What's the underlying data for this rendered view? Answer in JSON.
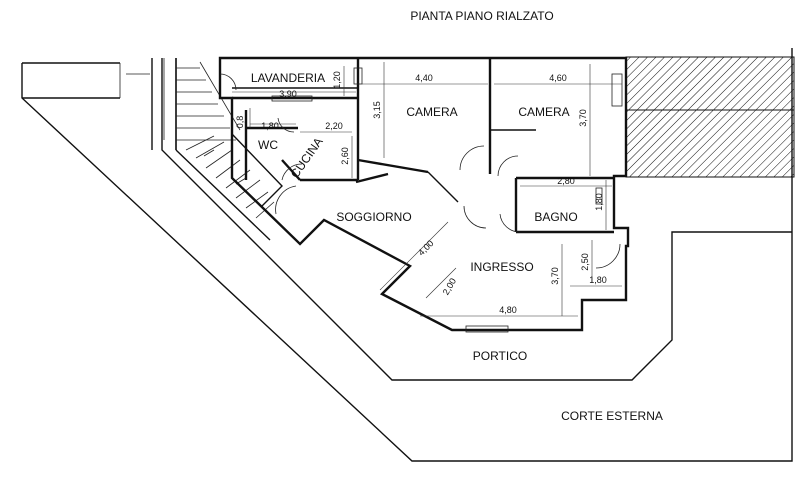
{
  "title": "PIANTA PIANO RIALZATO",
  "rooms": {
    "lavanderia": "LAVANDERIA",
    "wc": "WC",
    "cucina": "CUCINA",
    "camera_1": "CAMERA",
    "camera_2": "CAMERA",
    "soggiorno": "SOGGIORNO",
    "bagno": "BAGNO",
    "ingresso": "INGRESSO",
    "portico": "PORTICO",
    "corte_esterna": "CORTE ESTERNA"
  },
  "dimensions": {
    "lavanderia_height": "1,20",
    "lavanderia_width": "3,90",
    "wc_small": "0,8",
    "wc_width": "1,80",
    "cucina_width": "2,20",
    "cucina_height": "2,60",
    "camera1_height": "3,15",
    "camera1_width": "4,40",
    "camera2_width": "4,60",
    "camera2_height": "3,70",
    "bagno_width": "2,80",
    "bagno_height": "1,80",
    "soggiorno_diag": "4,00",
    "ingresso_height": "3,70",
    "ingresso_small_h": "2,50",
    "ingresso_small_w": "1,80",
    "ingresso_diag": "2,00",
    "ingresso_width": "4,80"
  }
}
